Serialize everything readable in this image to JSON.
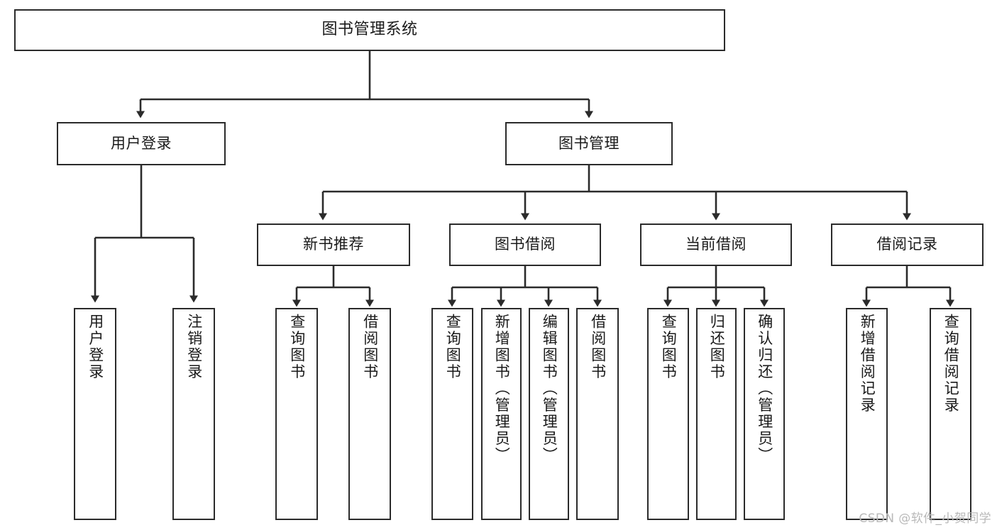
{
  "diagram": {
    "type": "tree-hierarchy-chart",
    "title": "图书管理系统",
    "orientation": "top-down",
    "colors": {
      "box_border": "#2b2b2b",
      "box_fill": "#ffffff",
      "edge": "#2b2b2b",
      "text": "#1a1a1a",
      "watermark": "#b9b9b9"
    },
    "nodes": {
      "root": {
        "label": "图书管理系统"
      },
      "level2": [
        {
          "id": "user-login",
          "label": "用户登录"
        },
        {
          "id": "book-manage",
          "label": "图书管理"
        }
      ],
      "level3": [
        {
          "id": "new-book-recommend",
          "label": "新书推荐"
        },
        {
          "id": "book-borrow",
          "label": "图书借阅"
        },
        {
          "id": "current-borrow",
          "label": "当前借阅"
        },
        {
          "id": "borrow-record",
          "label": "借阅记录"
        }
      ],
      "leaves": {
        "user-login": [
          {
            "id": "leaf-user-login",
            "label": "用户登录"
          },
          {
            "id": "leaf-logout-login",
            "label": "注销登录"
          }
        ],
        "new-book-recommend": [
          {
            "id": "leaf-query-book-1",
            "label": "查询图书"
          },
          {
            "id": "leaf-borrow-book-1",
            "label": "借阅图书"
          }
        ],
        "book-borrow": [
          {
            "id": "leaf-query-book-2",
            "label": "查询图书"
          },
          {
            "id": "leaf-add-book",
            "label": "新增图书（管理员）"
          },
          {
            "id": "leaf-edit-book",
            "label": "编辑图书（管理员）"
          },
          {
            "id": "leaf-borrow-book-2",
            "label": "借阅图书"
          }
        ],
        "current-borrow": [
          {
            "id": "leaf-query-book-3",
            "label": "查询图书"
          },
          {
            "id": "leaf-return-book",
            "label": "归还图书"
          },
          {
            "id": "leaf-confirm-return",
            "label": "确认归还（管理员）"
          }
        ],
        "borrow-record": [
          {
            "id": "leaf-add-borrow-record",
            "label": "新增借阅记录"
          },
          {
            "id": "leaf-query-borrow-record",
            "label": "查询借阅记录"
          }
        ]
      }
    },
    "watermark": "CSDN @软件_小贺同学"
  }
}
